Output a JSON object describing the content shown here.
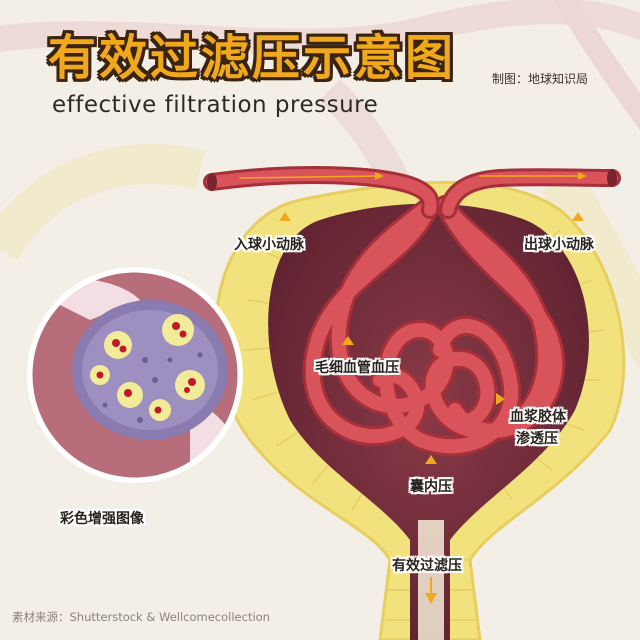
{
  "title": "有效过滤压示意图",
  "credit": "制图：地球知识局",
  "subtitle": "effective filtration pressure",
  "labels": {
    "afferent": "入球小动脉",
    "efferent": "出球小动脉",
    "capillary_pressure": "毛细血管血压",
    "colloid_pressure_line1": "血浆胶体",
    "colloid_pressure_line2": "渗透压",
    "capsule_pressure": "囊内压",
    "effective_pressure": "有效过滤压",
    "micrograph": "彩色增强图像"
  },
  "source": "素材来源：Shutterstock & Wellcomecollection",
  "colors": {
    "accent": "#f0a81c",
    "vessel": "#d9535a",
    "vessel_dark": "#a6303a",
    "capsule_wall": "#f2e27e",
    "cavity": "#7a2e3c",
    "background": "#f3efe6"
  }
}
